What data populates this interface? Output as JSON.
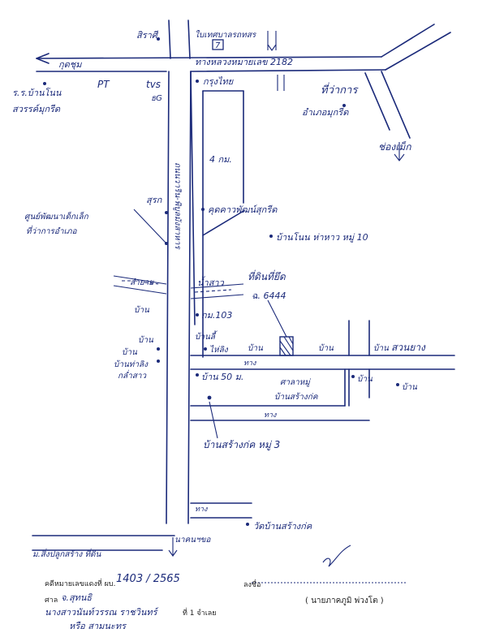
{
  "landmarks": {
    "shop_7": "7",
    "highway_label": "ทางหลวงหมายเลข 2182",
    "kudchum": "กุดชุม",
    "pt": "PT",
    "tvs": "tvs",
    "og": "ธG",
    "school": "ร.ร.บ้านโนน",
    "school_line2": "สวรรค์มุกรีด",
    "krung_thai": "กรุงไทย",
    "district_office": "ที่ว่าการ",
    "district_line2": "อำเภอมุกรีด",
    "chong_mek": "ช่องเม็ก",
    "road_4km": "4 กม.",
    "sutthi": "สุรก",
    "child_center": "ศูนย์พัฒนาเด็กเล็ก",
    "child_center_line2": "ที่ว่าการอำเภอ",
    "kudkham": "คุดคาวพัฒน์สุกรีด",
    "ban_non": "บ้านโนน ห่าหาว หมู่ 10",
    "lamyai": "ลำยาย",
    "nam_sao": "น้ำสาว",
    "plot_land": "ที่ดินที่ยึด",
    "plot_deed": "ฉ. 6444",
    "km_103": "กม.103",
    "ban_left": "บ้าน",
    "ban_nai": "บ้านลี้",
    "ban_nai2": "ไห่ลิง",
    "ban_1": "บ้าน",
    "ban_2": "บ้าน",
    "ban_3": "บ้าน",
    "ban_4": "บ้าน",
    "suan_yang": "สวนยาง",
    "ban_tan": "บ้าน",
    "ban_tan_line2": "บ้านท่าลิง",
    "ban_tan_line3": "กล่ำสาว",
    "road_thang": "ทาง",
    "ban_50m": "บ้าน 50 ม.",
    "school_nai": "ศาลาหมู่",
    "school_nai2": "บ้านสร้างก่ค",
    "ban_5": "บ้าน",
    "ban_6": "บ้าน",
    "road_thang2": "ทาง",
    "village_3": "บ้านสร้างก่ค หมู่ 3",
    "road_thang3": "ทาง",
    "wat": "วัดบ้านสร้างก่ค",
    "bottom_left": "ม.สิ่งปลูกสร้าง ที่ดิน",
    "bottom_right": "นาคนฯขอ",
    "sign_lbl": "ลงชื่อ"
  },
  "footer": {
    "case_label": "คดีหมายเลขแดงที่ ผบ.",
    "case_number": "1403 / 2565",
    "court_label": "ศาล",
    "court_name": "จ.สุทนธิ",
    "plaintiff": "นางสาวนันท์วรรณ ราชวินทร์",
    "defendant_tail": "ที่ 1 จำเลย",
    "defendant_other": "หรือ สามนะทร",
    "sign_label": "ลงชื่อ",
    "signer": "( นายภาคภูมิ พ่วงโต )"
  }
}
